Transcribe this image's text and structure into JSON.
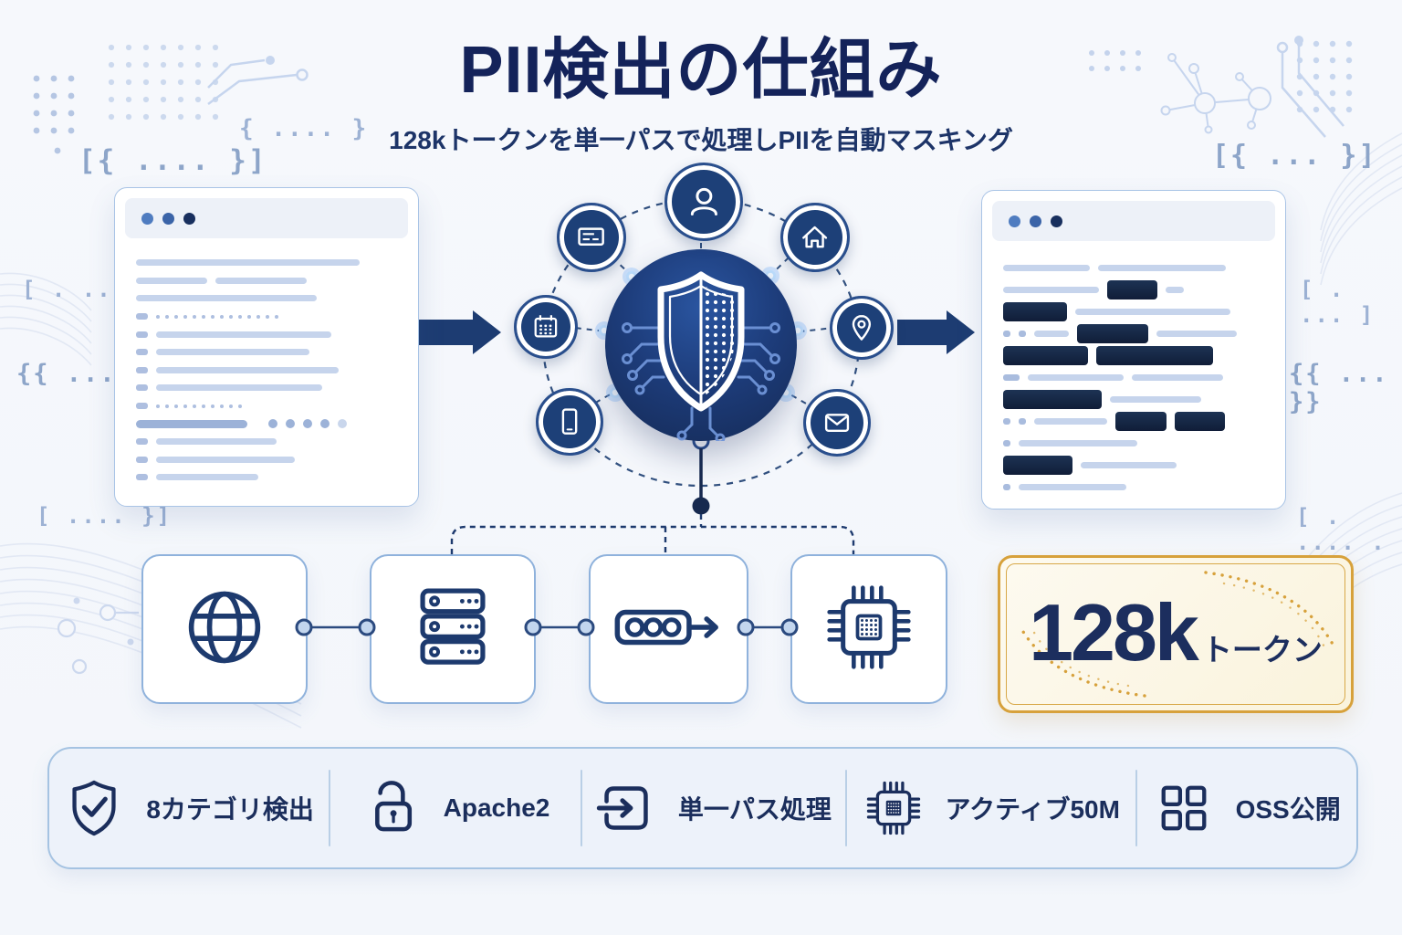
{
  "title": "PII検出の仕組み",
  "subtitle": "128kトークンを単一パスで処理しPIIを自動マスキング",
  "colors": {
    "navy": "#14235a",
    "hub_fill": "#1d3c7a",
    "accent_gold": "#d7a13b",
    "light_line": "#c6d4ec",
    "redaction": "#142440"
  },
  "input_document": {
    "name": "raw-text-document",
    "window_dots": 3,
    "rows": [
      [
        [
          "light",
          245
        ]
      ],
      [
        [
          "light",
          78
        ],
        [
          "light",
          100
        ]
      ],
      [
        [
          "light",
          198
        ]
      ],
      [
        [
          "bullet",
          13
        ],
        [
          "dotline",
          14
        ]
      ],
      [
        [
          "bullet",
          13
        ],
        [
          "light",
          192
        ]
      ],
      [
        [
          "bullet",
          13
        ],
        [
          "light",
          168
        ]
      ],
      [
        [
          "bullet",
          13
        ],
        [
          "light",
          200
        ]
      ],
      [
        [
          "bullet",
          13
        ],
        [
          "light",
          182
        ]
      ],
      [
        [
          "bullet",
          13
        ],
        [
          "dotline",
          10
        ]
      ],
      [
        [
          "thick",
          122
        ],
        [
          "bigdots",
          5
        ]
      ],
      [
        [
          "bullet",
          13
        ],
        [
          "light",
          132
        ]
      ],
      [
        [
          "bullet",
          13
        ],
        [
          "light",
          152
        ]
      ],
      [
        [
          "bullet",
          13
        ],
        [
          "light",
          112
        ]
      ]
    ]
  },
  "output_document": {
    "name": "masked-text-document",
    "window_dots": 3,
    "rows": [
      [
        [
          "light",
          95
        ],
        [
          "light",
          140
        ]
      ],
      [
        [
          "light",
          105
        ],
        [
          "bar",
          55
        ],
        [
          "light",
          20
        ]
      ],
      [
        [
          "bar",
          70
        ],
        [
          "light",
          170
        ]
      ],
      [
        [
          "mini",
          8
        ],
        [
          "mini",
          8
        ],
        [
          "light",
          38
        ],
        [
          "bar",
          78
        ],
        [
          "light",
          88
        ]
      ],
      [
        [
          "bar",
          93
        ],
        [
          "bar",
          128
        ]
      ],
      [
        [
          "mini",
          18
        ],
        [
          "light",
          105
        ],
        [
          "light",
          100
        ]
      ],
      [
        [
          "bar",
          108
        ],
        [
          "light",
          100
        ]
      ],
      [
        [
          "mini",
          8
        ],
        [
          "mini",
          8
        ],
        [
          "light",
          80
        ],
        [
          "bar",
          56
        ],
        [
          "bar",
          55
        ]
      ],
      [
        [
          "mini",
          8
        ],
        [
          "light",
          130
        ]
      ],
      [
        [
          "bar",
          76
        ],
        [
          "light",
          105
        ]
      ],
      [
        [
          "mini",
          8
        ],
        [
          "light",
          118
        ]
      ]
    ]
  },
  "hub": {
    "name": "pii-shield-hub",
    "satellites": [
      {
        "icon": "user"
      },
      {
        "icon": "id-card"
      },
      {
        "icon": "home"
      },
      {
        "icon": "calendar"
      },
      {
        "icon": "location-pin"
      },
      {
        "icon": "phone"
      },
      {
        "icon": "email"
      }
    ]
  },
  "pipeline": {
    "steps": [
      {
        "icon": "globe"
      },
      {
        "icon": "server"
      },
      {
        "icon": "tokens"
      },
      {
        "icon": "chip"
      }
    ]
  },
  "badge": {
    "value": "128k",
    "unit": "トークン"
  },
  "features": [
    {
      "icon": "shield-check",
      "label": "8カテゴリ検出"
    },
    {
      "icon": "lock-open",
      "label": "Apache2"
    },
    {
      "icon": "single-pass",
      "label": "単一パス処理"
    },
    {
      "icon": "chip-filled",
      "label": "アクティブ50M"
    },
    {
      "icon": "grid",
      "label": "OSS公開"
    }
  ],
  "decorations": {
    "braces": [
      "{ .... }",
      "[{ .... }]",
      "[{ ... }]",
      "[ . .... ]",
      "{{ ... }}",
      "[ .... }]",
      "[ . ... ]",
      "{{ ... }}",
      "[ . .... . ]"
    ]
  }
}
